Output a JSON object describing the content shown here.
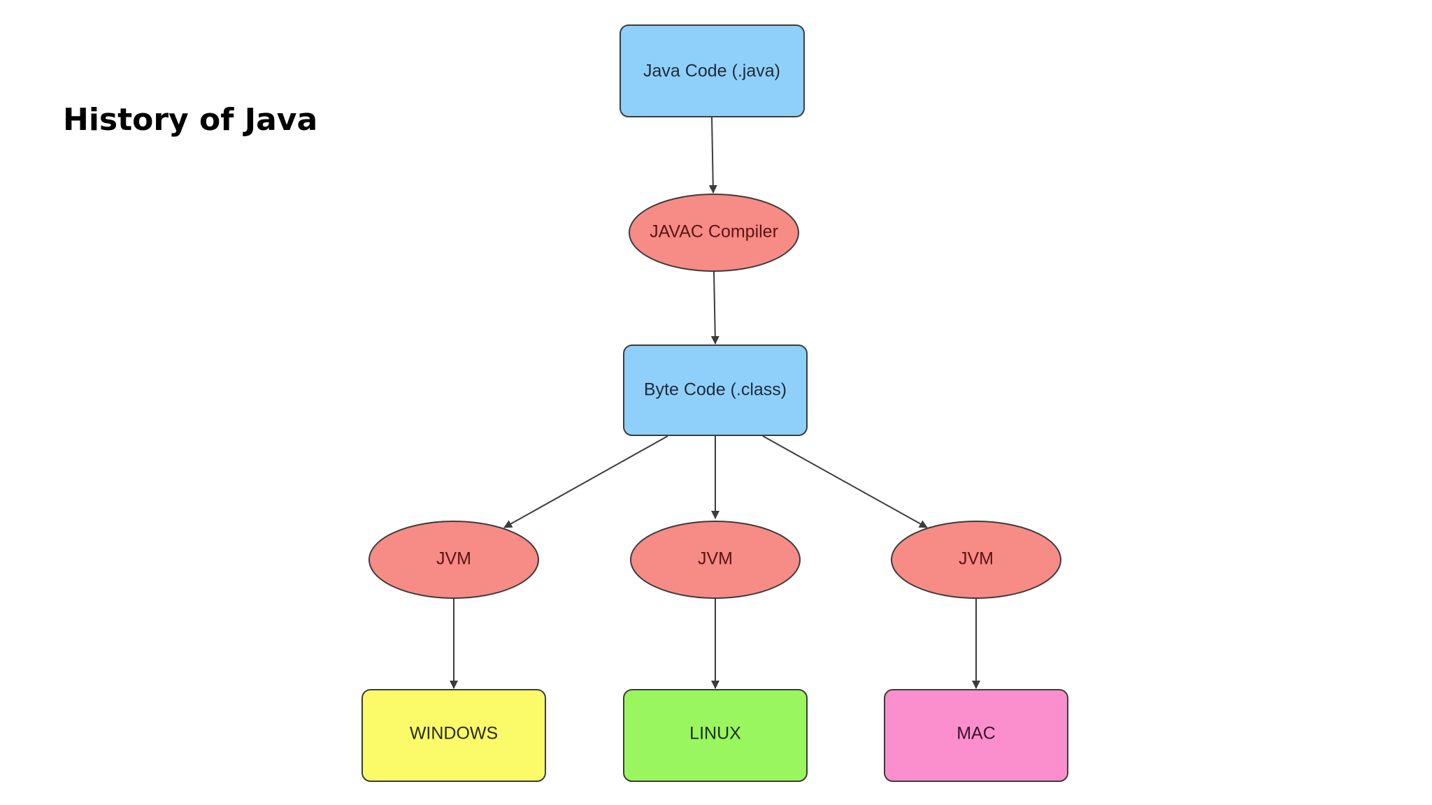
{
  "slide": {
    "title": "History of Java"
  },
  "diagram": {
    "nodes": {
      "source": {
        "label": "Java Code (.java)",
        "fill": "#8fd0fb",
        "text_color": "#1f2a36"
      },
      "compiler": {
        "label": "JAVAC Compiler",
        "fill": "#f78b86",
        "text_color": "#5a1512"
      },
      "bytecode": {
        "label": "Byte Code (.class)",
        "fill": "#8fd0fb",
        "text_color": "#1f2a36"
      },
      "jvm_windows": {
        "label": "JVM",
        "fill": "#f78b86",
        "text_color": "#5a1512"
      },
      "jvm_linux": {
        "label": "JVM",
        "fill": "#f78b86",
        "text_color": "#5a1512"
      },
      "jvm_mac": {
        "label": "JVM",
        "fill": "#f78b86",
        "text_color": "#5a1512"
      },
      "windows": {
        "label": "WINDOWS",
        "fill": "#fbfb6a",
        "text_color": "#2a2a10"
      },
      "linux": {
        "label": "LINUX",
        "fill": "#9af65f",
        "text_color": "#1c2d12"
      },
      "mac": {
        "label": "MAC",
        "fill": "#fb8fce",
        "text_color": "#3a1029"
      }
    },
    "edges": [
      {
        "from": "source",
        "to": "compiler"
      },
      {
        "from": "compiler",
        "to": "bytecode"
      },
      {
        "from": "bytecode",
        "to": "jvm_windows"
      },
      {
        "from": "bytecode",
        "to": "jvm_linux"
      },
      {
        "from": "bytecode",
        "to": "jvm_mac"
      },
      {
        "from": "jvm_windows",
        "to": "windows"
      },
      {
        "from": "jvm_linux",
        "to": "linux"
      },
      {
        "from": "jvm_mac",
        "to": "mac"
      }
    ],
    "stroke_color": "#3c3c3c"
  }
}
